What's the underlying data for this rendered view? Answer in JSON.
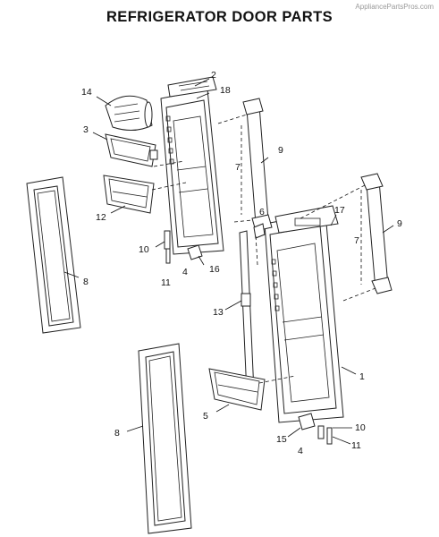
{
  "watermark": "AppliancePartsPros.com",
  "title": "REFRIGERATOR DOOR PARTS",
  "callouts": [
    "2",
    "18",
    "14",
    "3",
    "7",
    "9",
    "6",
    "17",
    "9",
    "7",
    "12",
    "10",
    "4",
    "16",
    "11",
    "8",
    "13",
    "1",
    "5",
    "8",
    "10",
    "15",
    "4",
    "11"
  ],
  "colors": {
    "ink": "#222222",
    "paper": "#ffffff",
    "watermark": "#9a9a9a"
  }
}
